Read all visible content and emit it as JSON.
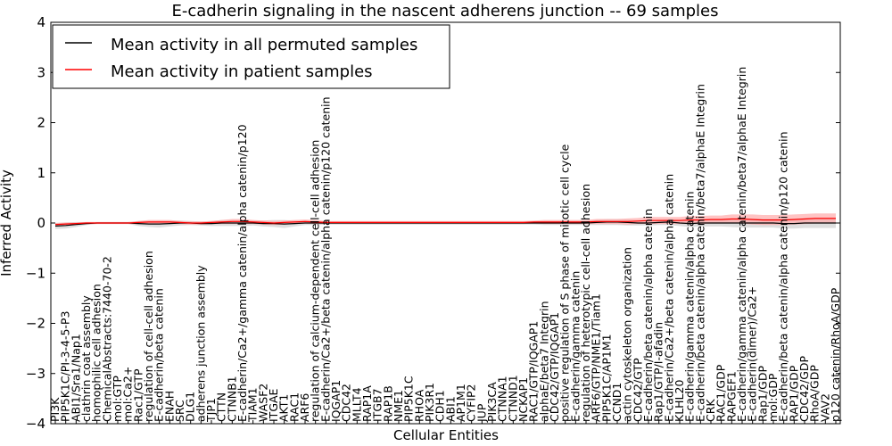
{
  "chart_data": {
    "type": "line",
    "title": "E-cadherin signaling in the nascent adherens junction -- 69 samples",
    "xlabel": "Cellular Entities",
    "ylabel": "Inferred Activity",
    "ylim": [
      -4,
      4
    ],
    "yticks": [
      "−4",
      "−3",
      "−2",
      "−1",
      "0",
      "1",
      "2",
      "3",
      "4"
    ],
    "grid": false,
    "legend_position": "top-left",
    "categories": [
      "PI3K",
      "PIP5K1C/PI-3-4-5-P3",
      "ABI1/Sra1/Nap1",
      "clathrin coat assembly",
      "homophilic cell adhesion",
      "ChemicalAbstracts:7440-70-2",
      "mol:GTP",
      "mol:Ca2+",
      "Rac1/GTP",
      "regulation of cell-cell adhesion",
      "E-cadherin/beta catenin",
      "ENAH",
      "SRC",
      "DLG1",
      "adherens junction assembly",
      "TJP1",
      "CTTN",
      "CTNNB1",
      "E-cadherin/Ca2+/gamma catenin/alpha catenin/p120",
      "TIAM1",
      "WASF2",
      "ITGAE",
      "AKT1",
      "RAC1",
      "ARF6",
      "regulation of calcium-dependent cell-cell adhesion",
      "E-cadherin/Ca2+/beta catenin/alpha catenin/p120 catenin",
      "IQGAP1",
      "CDC42",
      "MLLT4",
      "RAP1A",
      "ITGB7",
      "RAP1B",
      "NME1",
      "PIP5K1C",
      "RHOA",
      "PIK3R1",
      "CDH1",
      "ABI1",
      "AP1M1",
      "CYFIP2",
      "JUP",
      "PIK3CA",
      "CTNNA1",
      "CTNND1",
      "NCKAP1",
      "RAC1/GTP/IQGAP1",
      "alphaE/beta7 Integrin",
      "CDC42/GTP/IQGAP1",
      "positive regulation of S phase of mitotic cell cycle",
      "E-cadherin/gamma catenin",
      "regulation of heterotypic cell-cell adhesion",
      "ARF6/GTP/NME1/Tiam1",
      "PIP5K1C/AP1M1",
      "CCND1",
      "actin cytoskeleton organization",
      "CDC42/GTP",
      "E-cadherin/beta catenin/alpha catenin",
      "Rap1/GTP/I-afadin",
      "E-cadherin/Ca2+/beta catenin/alpha catenin",
      "KLHL20",
      "E-cadherin/gamma catenin/alpha catenin",
      "E-cadherin/beta catenin/alpha catenin/beta7/alphaE Integrin",
      "CRK",
      "RAC1/GDP",
      "RAPGEF1",
      "E-cadherin/gamma catenin/alpha catenin/beta7/alphaE Integrin",
      "E-cadherin(dimer)/Ca2+",
      "Rap1/GDP",
      "mol:GDP",
      "E-cadherin/beta catenin/alpha catenin/p120 catenin",
      "RAP1/GDP",
      "CDC42/GDP",
      "RhoA/GDP",
      "VAV2",
      "p120 catenin/RhoA/GDP"
    ],
    "series": [
      {
        "name": "Mean activity in all permuted samples",
        "color": "#000000",
        "band_color": "#c8c8c8",
        "values": [
          -0.06,
          -0.05,
          -0.03,
          -0.01,
          0.0,
          0.0,
          0.0,
          0.0,
          -0.01,
          -0.02,
          -0.02,
          -0.01,
          0.0,
          0.0,
          -0.01,
          -0.01,
          0.0,
          0.0,
          0.0,
          0.0,
          -0.01,
          -0.01,
          -0.02,
          -0.01,
          0.0,
          0.0,
          0.0,
          0.0,
          0.0,
          0.0,
          0.0,
          0.0,
          0.0,
          0.0,
          0.0,
          0.0,
          0.0,
          0.0,
          0.0,
          0.0,
          0.0,
          0.0,
          0.0,
          0.0,
          0.0,
          0.0,
          0.0,
          0.0,
          0.0,
          0.0,
          0.0,
          0.0,
          0.01,
          0.02,
          0.02,
          0.01,
          0.0,
          0.0,
          0.01,
          0.02,
          0.0,
          -0.01,
          0.0,
          0.0,
          0.0,
          0.0,
          0.0,
          0.0,
          0.0,
          0.0,
          -0.01,
          -0.01,
          0.0,
          0.0,
          0.0,
          0.0
        ],
        "band": [
          0.06,
          0.06,
          0.05,
          0.03,
          0.02,
          0.02,
          0.02,
          0.02,
          0.05,
          0.06,
          0.07,
          0.06,
          0.05,
          0.04,
          0.04,
          0.05,
          0.06,
          0.06,
          0.06,
          0.05,
          0.06,
          0.07,
          0.08,
          0.06,
          0.04,
          0.04,
          0.03,
          0.03,
          0.03,
          0.03,
          0.03,
          0.03,
          0.03,
          0.03,
          0.03,
          0.03,
          0.03,
          0.03,
          0.03,
          0.03,
          0.03,
          0.03,
          0.03,
          0.03,
          0.03,
          0.03,
          0.03,
          0.04,
          0.04,
          0.04,
          0.04,
          0.04,
          0.05,
          0.06,
          0.06,
          0.06,
          0.05,
          0.05,
          0.05,
          0.06,
          0.06,
          0.07,
          0.07,
          0.07,
          0.07,
          0.08,
          0.09,
          0.09,
          0.09,
          0.09,
          0.1,
          0.1,
          0.1,
          0.1,
          0.1,
          0.1
        ]
      },
      {
        "name": "Mean activity in patient samples",
        "color": "#ff0000",
        "band_color": "#ffaaaa",
        "values": [
          -0.03,
          -0.02,
          -0.01,
          0.0,
          0.0,
          0.0,
          0.0,
          0.0,
          0.01,
          0.02,
          0.02,
          0.02,
          0.01,
          0.0,
          0.0,
          0.01,
          0.02,
          0.03,
          0.03,
          0.02,
          0.01,
          0.0,
          0.01,
          0.02,
          0.03,
          0.02,
          0.01,
          0.01,
          0.01,
          0.01,
          0.01,
          0.01,
          0.01,
          0.01,
          0.01,
          0.01,
          0.01,
          0.01,
          0.01,
          0.01,
          0.01,
          0.01,
          0.01,
          0.01,
          0.01,
          0.01,
          0.02,
          0.02,
          0.02,
          0.02,
          0.02,
          0.02,
          0.03,
          0.03,
          0.03,
          0.03,
          0.04,
          0.05,
          0.05,
          0.05,
          0.05,
          0.06,
          0.06,
          0.07,
          0.07,
          0.08,
          0.08,
          0.07,
          0.06,
          0.06,
          0.06,
          0.07,
          0.08,
          0.09,
          0.09,
          0.09
        ],
        "band": [
          0.03,
          0.03,
          0.02,
          0.02,
          0.02,
          0.02,
          0.02,
          0.02,
          0.03,
          0.04,
          0.04,
          0.04,
          0.03,
          0.03,
          0.03,
          0.03,
          0.04,
          0.05,
          0.05,
          0.04,
          0.04,
          0.04,
          0.04,
          0.04,
          0.04,
          0.04,
          0.03,
          0.03,
          0.03,
          0.03,
          0.03,
          0.03,
          0.03,
          0.03,
          0.03,
          0.03,
          0.03,
          0.03,
          0.03,
          0.03,
          0.03,
          0.03,
          0.03,
          0.03,
          0.03,
          0.03,
          0.03,
          0.04,
          0.04,
          0.04,
          0.04,
          0.04,
          0.05,
          0.05,
          0.05,
          0.06,
          0.06,
          0.07,
          0.07,
          0.07,
          0.07,
          0.08,
          0.08,
          0.08,
          0.08,
          0.09,
          0.09,
          0.1,
          0.1,
          0.1,
          0.1,
          0.1,
          0.1,
          0.1,
          0.1,
          0.1
        ]
      }
    ]
  }
}
